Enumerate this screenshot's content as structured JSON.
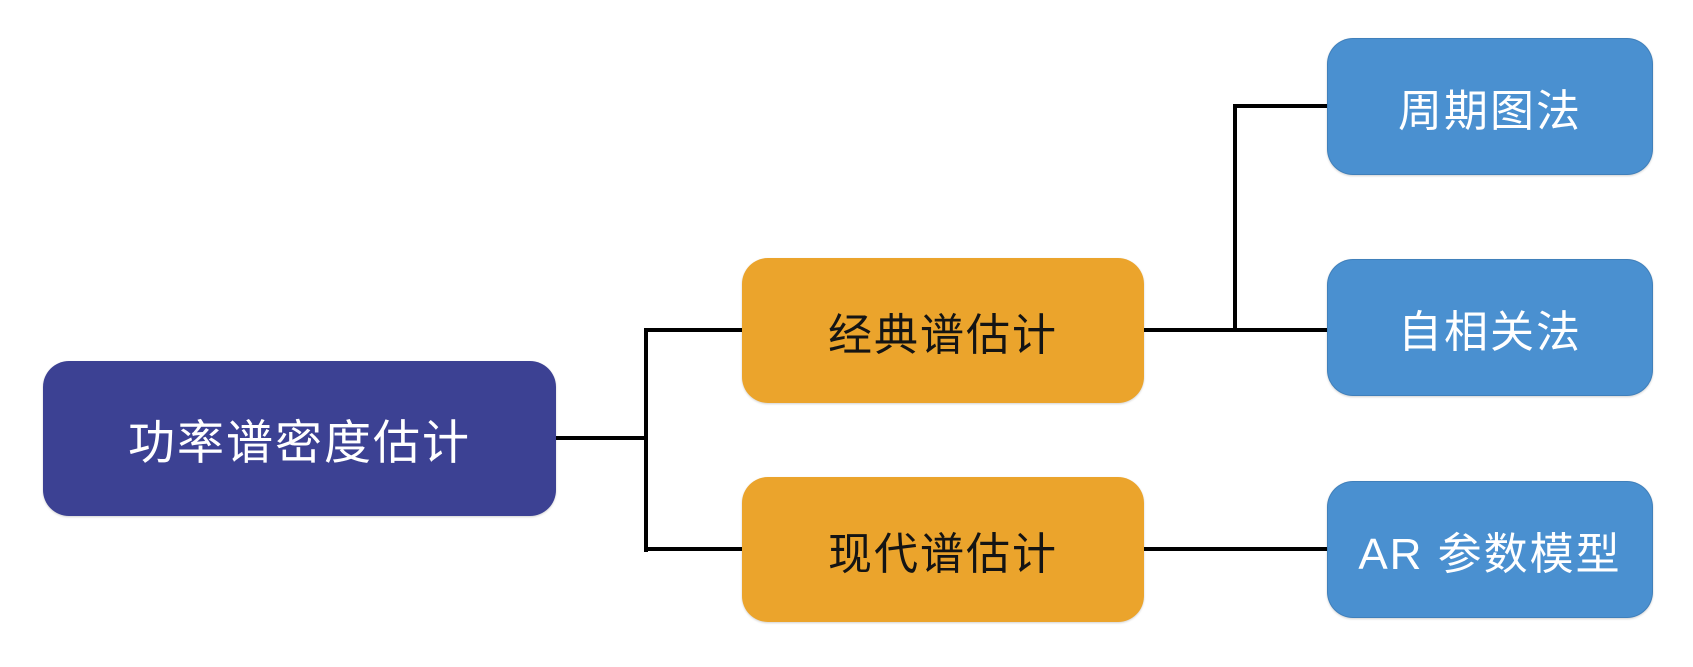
{
  "diagram": {
    "type": "tree-mindmap",
    "root": {
      "label": "功率谱密度估计"
    },
    "branches": [
      {
        "label": "经典谱估计",
        "children": [
          {
            "label": "周期图法"
          },
          {
            "label": "自相关法"
          }
        ]
      },
      {
        "label": "现代谱估计",
        "children": [
          {
            "label": "AR 参数模型"
          }
        ]
      }
    ],
    "colors": {
      "background": "#FFFFFF",
      "root_fill": "#3C4193",
      "root_text": "#FFFFFF",
      "branch_fill": "#EBA42C",
      "branch_text": "#141414",
      "leaf_fill": "#4A90D0",
      "leaf_text": "#FFFFFF",
      "connector": "#000000"
    }
  }
}
